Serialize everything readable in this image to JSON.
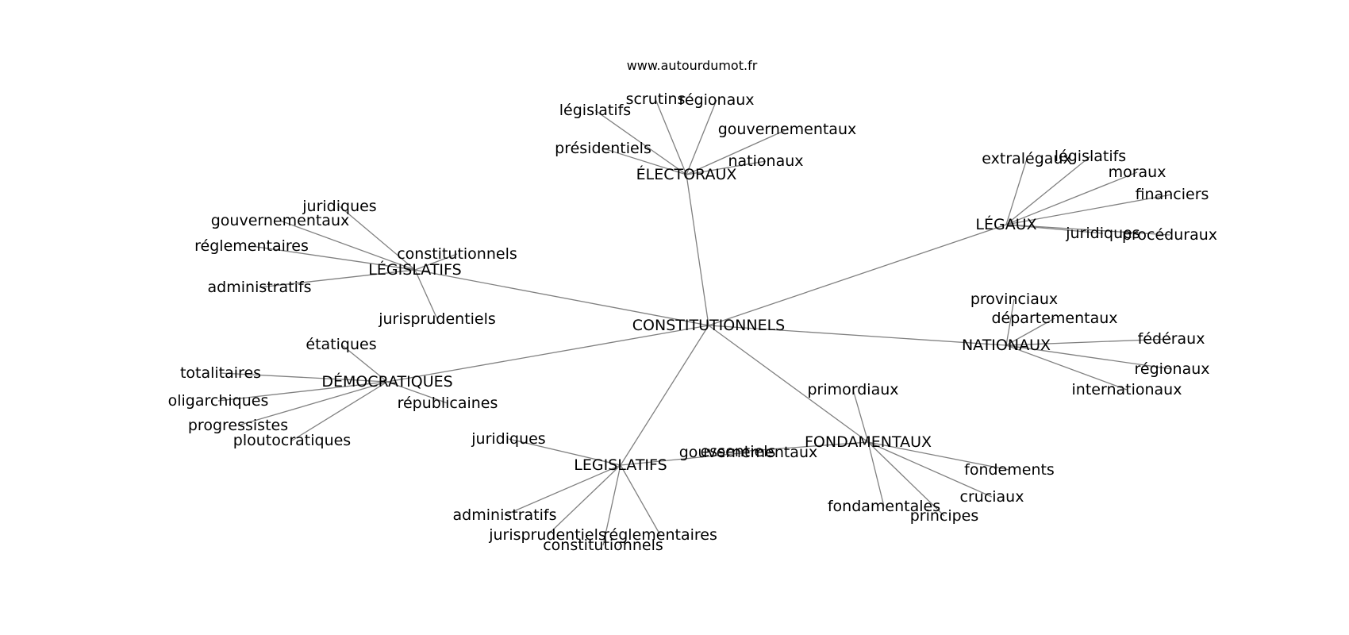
{
  "watermark": "www.autourdumot.fr",
  "colors": {
    "edge": "#808080",
    "text": "#000000",
    "background": "#ffffff"
  },
  "graph": {
    "center": "CONSTITUTIONNELS",
    "clusters": [
      {
        "id": "electoraux",
        "label": "ÉLECTORAUX",
        "children": [
          "scrutins",
          "régionaux",
          "législatifs",
          "gouvernementaux",
          "présidentiels",
          "nationaux"
        ]
      },
      {
        "id": "legaux",
        "label": "LÉGAUX",
        "children": [
          "extralégaux",
          "législatifs",
          "moraux",
          "financiers",
          "juridiques",
          "procéduraux"
        ]
      },
      {
        "id": "legislatifs-left",
        "label": "LÉGISLATIFS",
        "children": [
          "juridiques",
          "gouvernementaux",
          "réglementaires",
          "constitutionnels",
          "administratifs",
          "jurisprudentiels"
        ]
      },
      {
        "id": "nationaux",
        "label": "NATIONAUX",
        "children": [
          "provinciaux",
          "départementaux",
          "fédéraux",
          "régionaux",
          "internationaux"
        ]
      },
      {
        "id": "democratiques",
        "label": "DÉMOCRATIQUES",
        "children": [
          "étatiques",
          "totalitaires",
          "oligarchiques",
          "républicaines",
          "progressistes",
          "ploutocratiques"
        ]
      },
      {
        "id": "fondamentaux",
        "label": "FONDAMENTAUX",
        "children": [
          "primordiaux",
          "essentiels",
          "fondements",
          "cruciaux",
          "fondamentales",
          "principes"
        ]
      },
      {
        "id": "legislatifs-bottom",
        "label": "LEGISLATIFS",
        "children": [
          "juridiques",
          "gouvernementaux",
          "administratifs",
          "jurisprudentiels",
          "réglementaires",
          "constitutionnels"
        ]
      }
    ]
  }
}
